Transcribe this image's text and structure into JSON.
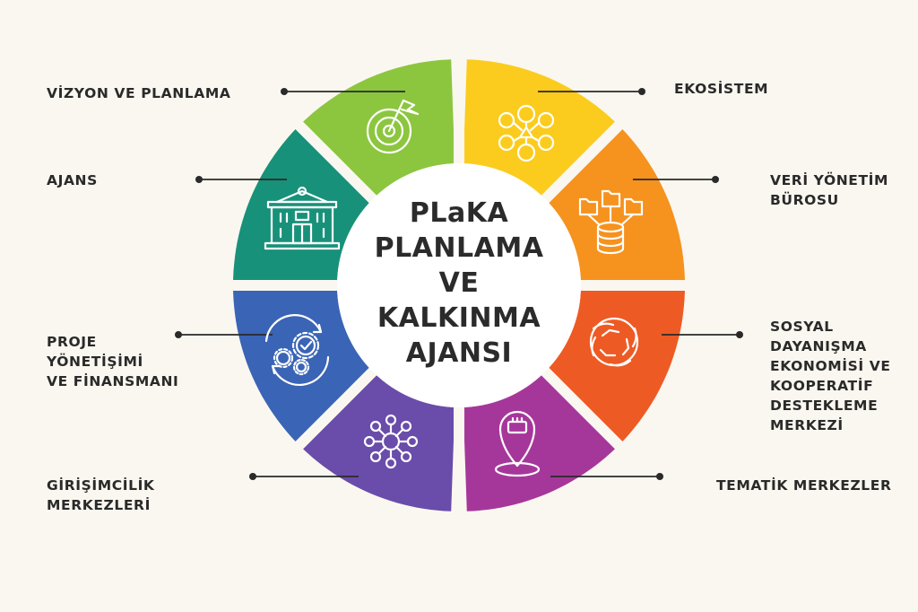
{
  "center": {
    "lines": [
      "PLaKA",
      "PLANLAMA",
      "VE",
      "KALKINMA",
      "AJANSI"
    ]
  },
  "segments": [
    {
      "id": "vizyon",
      "label": "VİZYON VE PLANLAMA",
      "color": "#8cc63f",
      "icon": "target-flag-icon"
    },
    {
      "id": "ekosistem",
      "label": "EKOSİSTEM",
      "color": "#fbcc1e",
      "icon": "network-people-icon"
    },
    {
      "id": "veri",
      "label": "VERİ YÖNETİM\nBÜROSU",
      "color": "#f6921e",
      "icon": "database-folders-icon"
    },
    {
      "id": "sosyal",
      "label": "SOSYAL\nDAYANIŞMA\nEKONOMİSİ VE\nKOOPERATİF\nDESTEKLEME\nMERKEZİ",
      "color": "#ee5a24",
      "icon": "cooperation-hands-icon"
    },
    {
      "id": "tematik",
      "label": "TEMATİK MERKEZLER",
      "color": "#a6379a",
      "icon": "location-pin-icon"
    },
    {
      "id": "girisim",
      "label": "GİRİŞİMCİLİK\nMERKEZLERİ",
      "color": "#6a4caa",
      "icon": "hub-network-icon"
    },
    {
      "id": "proje",
      "label": "PROJE\nYÖNETİŞİMİ\nVE FİNANSMANI",
      "color": "#3a64b6",
      "icon": "gears-check-icon"
    },
    {
      "id": "ajans",
      "label": "AJANS",
      "color": "#18917a",
      "icon": "building-icon"
    }
  ]
}
